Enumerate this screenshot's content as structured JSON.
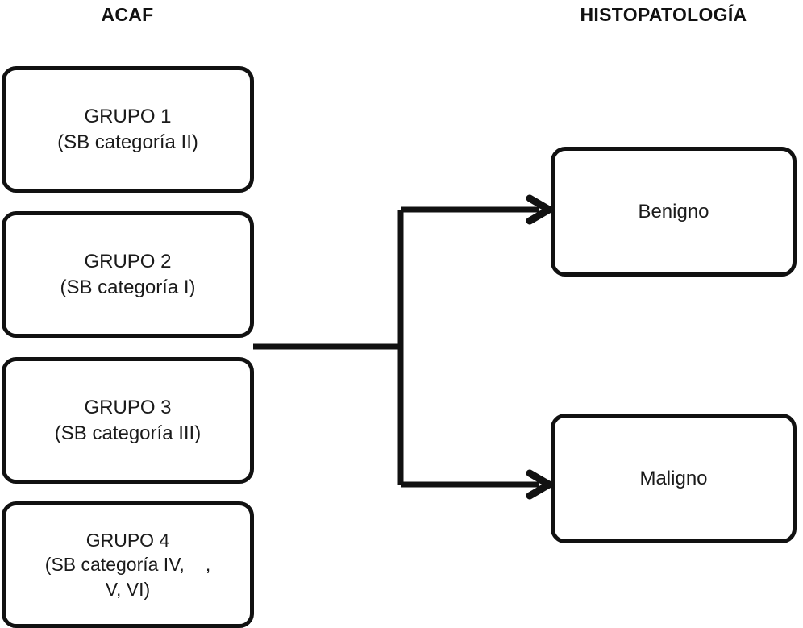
{
  "figure": {
    "columns": {
      "left_header": "ACAF",
      "right_header": "HISTOPATOLOGÍA"
    },
    "left_nodes": [
      {
        "id": "grupo-1",
        "line1": "GRUPO 1",
        "line2": "(SB categoría II)",
        "label": "GRUPO 1\n(SB categoría II)"
      },
      {
        "id": "grupo-2",
        "line1": "GRUPO 2",
        "line2": "(SB categoría I)",
        "label": "GRUPO 2\n(SB categoría I)"
      },
      {
        "id": "grupo-3",
        "line1": "GRUPO 3",
        "line2": "(SB categoría III)",
        "label": "GRUPO 3\n(SB categoría III)"
      },
      {
        "id": "grupo-4",
        "line1": "GRUPO 4",
        "line2": "(SB categoría IV,",
        "line2_tail": ",",
        "line3": "V, VI)",
        "label": "GRUPO 4\n(SB categoría IV,\nV, VI)"
      }
    ],
    "right_nodes": [
      {
        "id": "benigno",
        "label": "Benigno"
      },
      {
        "id": "maligno",
        "label": "Maligno"
      }
    ],
    "colors": {
      "stroke": "#111111",
      "fill": "#ffffff",
      "text": "#1a1a1a"
    }
  }
}
